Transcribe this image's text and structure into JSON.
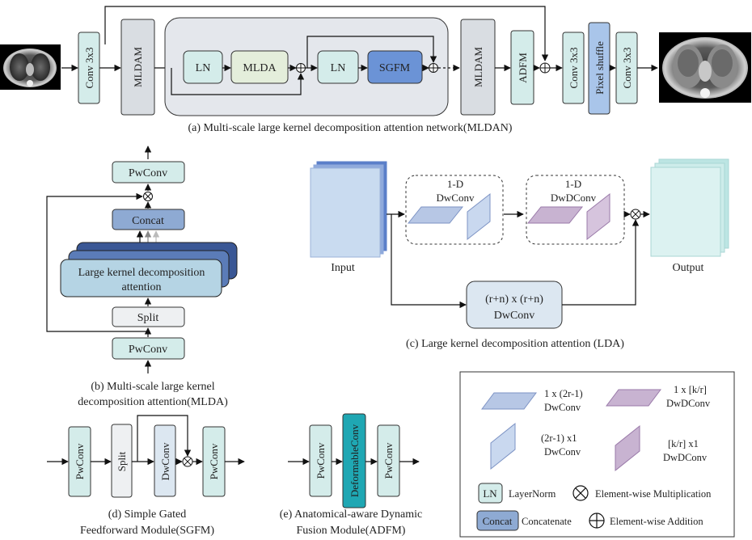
{
  "panel_a": {
    "caption": "(a) Multi-scale large kernel decomposition attention network(MLDAN)",
    "conv_in": "Conv 3x3",
    "mldam_1": "MLDAM",
    "ln_1": "LN",
    "mlda": "MLDA",
    "ln_2": "LN",
    "sgfm": "SGFM",
    "mldam_2": "MLDAM",
    "adfm": "ADFM",
    "conv_mid": "Conv 3x3",
    "pixel_shuffle": "Pixel shuffle",
    "conv_out": "Conv 3x3"
  },
  "panel_b": {
    "caption_line1": "(b) Multi-scale large kernel",
    "caption_line2": "decomposition attention(MLDA)",
    "pwconv_top": "PwConv",
    "concat": "Concat",
    "lkda_line1": "Large kernel decomposition",
    "lkda_line2": "attention",
    "split": "Split",
    "pwconv_bottom": "PwConv"
  },
  "panel_c": {
    "caption": "(c) Large kernel decomposition attention (LDA)",
    "input_label": "Input",
    "output_label": "Output",
    "dw_line1": "1-D",
    "dw_line2": "DwConv",
    "dwd_line1": "1-D",
    "dwd_line2": "DwDConv",
    "bottom_line1": "(r+n) x (r+n)",
    "bottom_line2": "DwConv"
  },
  "panel_d": {
    "caption_line1": "(d) Simple Gated",
    "caption_line2": "Feedforward Module(SGFM)",
    "pwconv_1": "PwConv",
    "split": "Split",
    "dwconv": "DwConv",
    "pwconv_2": "PwConv"
  },
  "panel_e": {
    "caption_line1": "(e) Anatomical-aware Dynamic",
    "caption_line2": "Fusion Module(ADFM)",
    "pwconv_1": "PwConv",
    "deformable": "DeformableConv",
    "pwconv_2": "PwConv"
  },
  "legend": {
    "item1_line1": "1 x (2r-1)",
    "item1_line2": "DwConv",
    "item2_line1": "1 x [k/r]",
    "item2_line2": "DwDConv",
    "item3_line1": "(2r-1) x1",
    "item3_line2": "DwConv",
    "item4_line1": "[k/r] x1",
    "item4_line2": "DwDConv",
    "ln_box": "LN",
    "ln_text": "LayerNorm",
    "mult_text": "Element-wise Multiplication",
    "concat_box": "Concat",
    "concat_text": "Concatenate",
    "add_text": "Element-wise Addition"
  },
  "colors": {
    "teal_box": "#d4ecea",
    "gray_box": "#d9dde2",
    "lightgreen": "#e4eedb",
    "blue_sgfm": "#6b93d6",
    "pixel_shuffle": "#a9c5ea",
    "concat_blue": "#8eaad3",
    "navy": "#3a5795",
    "lkda_front": "#b5d4e4",
    "deformable": "#1fa7b3",
    "dw_shape": "#b7c7e5",
    "dwd_shape": "#c8b3d1",
    "output_teal": "#bce5e3"
  }
}
